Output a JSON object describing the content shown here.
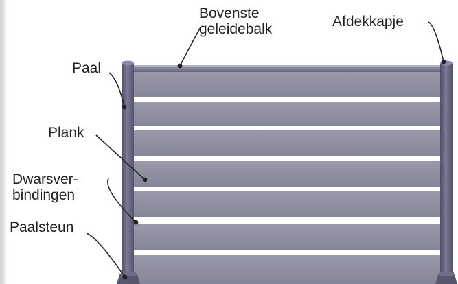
{
  "labels": {
    "bovenste_line1": "Bovenste",
    "bovenste_line2": "geleidebalk",
    "afdekkapje": "Afdekkapje",
    "paal": "Paal",
    "plank": "Plank",
    "dwarsverbindingen_line1": "Dwarsver-",
    "dwarsverbindingen_line2": "bindingen",
    "paalsteun": "Paalsteun"
  },
  "colors": {
    "plank": "#8f8f9f",
    "post": "#60607c",
    "rail": "#7a7a92",
    "leader": "#222222"
  }
}
